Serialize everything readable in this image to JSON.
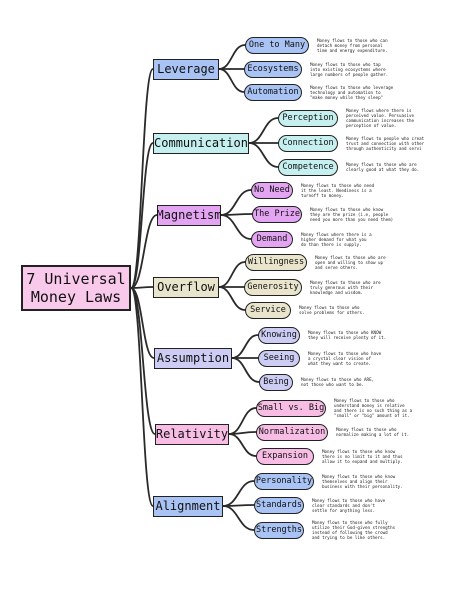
{
  "root": {
    "label": "7 Universal\nMoney Laws",
    "color": "#f9c9ec"
  },
  "laws": [
    {
      "label": "Leverage",
      "color": "#a9c3f5",
      "subs": [
        {
          "label": "One to Many",
          "desc": "Money flows to those who can\ndetach money from personal\ntime and energy expenditure."
        },
        {
          "label": "Ecosystems",
          "desc": "Money flows to those who tap\ninto existing ecosystems where\nlarge numbers of people gather."
        },
        {
          "label": "Automation",
          "desc": "Money flows to those who leverage\ntechnology and automation to\n\"make money while they sleep\""
        }
      ]
    },
    {
      "label": "Communication",
      "color": "#c5f0ef",
      "subs": [
        {
          "label": "Perception",
          "desc": "Money flows where there is\nperceived value. Persuasive\ncommunication increases the\nperception of value."
        },
        {
          "label": "Connection",
          "desc": "Money flows to people who creat\ntrust and connection with other\nthrough authenticity and servi"
        },
        {
          "label": "Competence",
          "desc": "Money flows to those who are\nclearly good at what they do."
        }
      ]
    },
    {
      "label": "Magnetism",
      "color": "#e3a4f2",
      "subs": [
        {
          "label": "No Need",
          "desc": "Money flows to those who need\nit the least. Neediness is a\nturnoff to money."
        },
        {
          "label": "The Prize",
          "desc": "Money flows to those who know\nthey are the prize (i.e, people\nneed you more than you need them)"
        },
        {
          "label": "Demand",
          "desc": "Money flows where there is a\nhigher demand for what you\ndo than there is supply."
        }
      ]
    },
    {
      "label": "Overflow",
      "color": "#e9e4cc",
      "subs": [
        {
          "label": "Willingness",
          "desc": "Money flows to those who are\nopen and willing to show up\nand serve others."
        },
        {
          "label": "Generosity",
          "desc": "Money flows to those who are\ntruly generous with their\nknowledge and wisdom."
        },
        {
          "label": "Service",
          "desc": "Money flows to those who\nsolve problems for others."
        }
      ]
    },
    {
      "label": "Assumption",
      "color": "#ccccf4",
      "subs": [
        {
          "label": "Knowing",
          "desc": "Money flows to those who KNOW\nthey will receive plenty of it."
        },
        {
          "label": "Seeing",
          "desc": "Money flows to those who have\na crystal clear vision of\nwhat they want to create."
        },
        {
          "label": "Being",
          "desc": "Money flows to those who ARE,\nnot those who want to be."
        }
      ]
    },
    {
      "label": "Relativity",
      "color": "#f7bde4",
      "subs": [
        {
          "label": "Small vs. Big",
          "desc": "Money flows to those who\nunderstand money is relative\nand there is no such thing as a\n\"small\" or \"big\" amount of it."
        },
        {
          "label": "Normalization",
          "desc": "Money flows to those who\nnormalize making a lot of it."
        },
        {
          "label": "Expansion",
          "desc": "Money flows to those who know\nthere is no limit to it and thus\nallow it to expand and multiply."
        }
      ]
    },
    {
      "label": "Alignment",
      "color": "#a9c3f5",
      "subs": [
        {
          "label": "Personality",
          "desc": "Money flows to those who know\nthemselves and align their\nbusiness with their personality."
        },
        {
          "label": "Standards",
          "desc": "Money flows to those who have\nclear standards and don't\nsettle for anything less."
        },
        {
          "label": "Strengths",
          "desc": "Money flows to those who fully\nutilize their God-given strengths\ninstead of following the crowd\nand trying to be like others."
        }
      ]
    }
  ]
}
